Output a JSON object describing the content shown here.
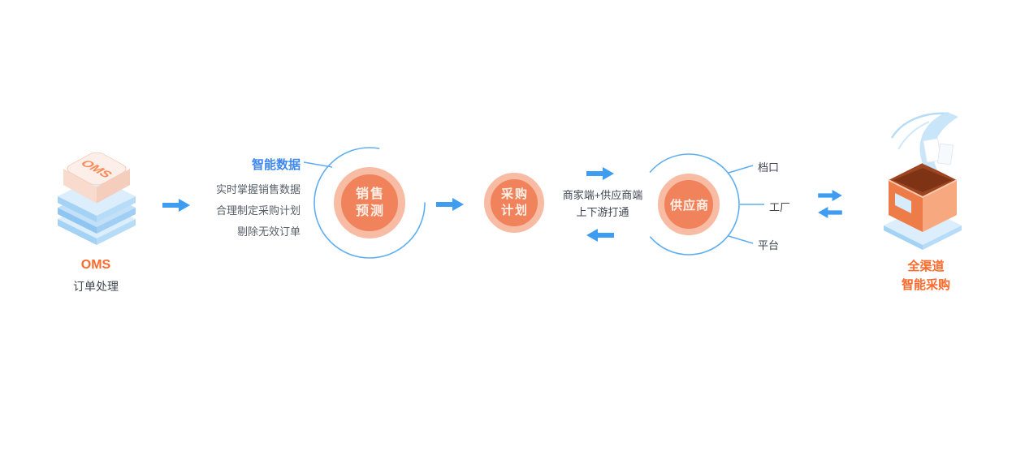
{
  "colors": {
    "accent_blue": "#3E9CF1",
    "arc_blue": "#5FAEF2",
    "brand_orange": "#FF6A2B",
    "bubble_salmon": "#F0835C",
    "bubble_ring": "#F8BCA4",
    "smart_title_blue": "#3D87F0",
    "text_dark": "#3F4652",
    "text_gray": "#59606B"
  },
  "oms": {
    "badge": "OMS",
    "title": "OMS",
    "subtitle": "订单处理"
  },
  "smart_data": {
    "title": "智能数据",
    "items": [
      "实时掌握销售数据",
      "合理制定采购计划",
      "剔除无效订单"
    ]
  },
  "sales_forecast": {
    "line1": "销售",
    "line2": "预测"
  },
  "purchase_plan": {
    "line1": "采购",
    "line2": "计划"
  },
  "supplier": {
    "label": "供应商",
    "channels": [
      "档口",
      "工厂",
      "平台"
    ]
  },
  "bridge": {
    "line1": "商家端+供应商端",
    "line2": "上下游打通"
  },
  "result": {
    "line1": "全渠道",
    "line2": "智能采购"
  }
}
